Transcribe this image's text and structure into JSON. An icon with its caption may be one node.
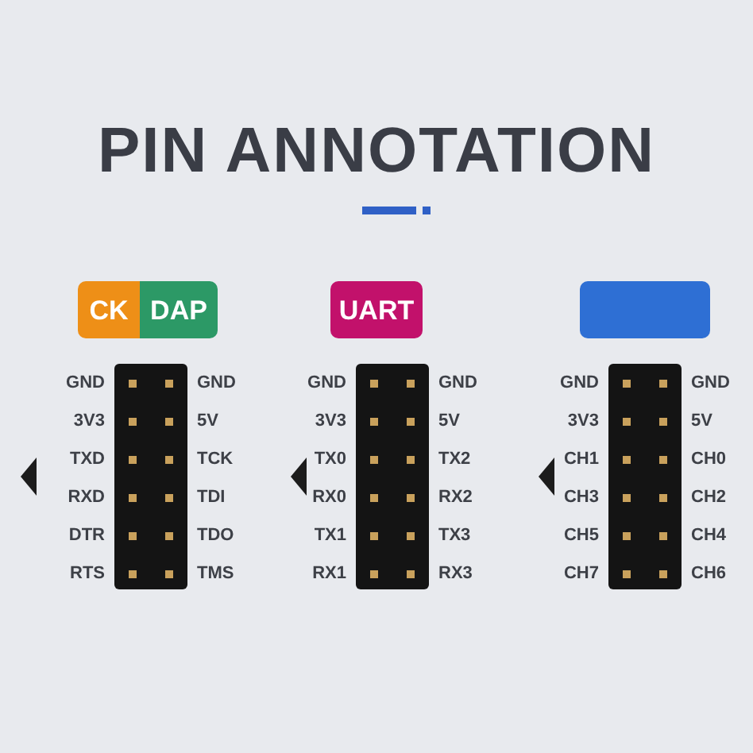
{
  "diagram": {
    "title": "PIN ANNOTATION",
    "nodes": [
      {
        "text": [
          "CK"
        ]
      },
      {
        "text": [
          "DAP"
        ]
      },
      {
        "text": [
          "UART"
        ]
      },
      {
        "text": [],
        "shape": "box"
      },
      {
        "text": [],
        "shape": "box",
        "beside": [
          "GND",
          "GND",
          "3V3",
          "5V",
          "TXD",
          "TCK",
          "RXD",
          "TDI",
          "DTR",
          "TDO",
          "RTS",
          "TMS"
        ]
      },
      {
        "text": [],
        "shape": "box",
        "beside": [
          "GND",
          "GND",
          "3V3",
          "5V",
          "TX0",
          "TX2",
          "RX0",
          "RX2",
          "TX1",
          "TX3",
          "RX1",
          "RX3"
        ]
      },
      {
        "text": [],
        "shape": "box",
        "beside": [
          "GND",
          "GND",
          "3V3",
          "5V",
          "CH1",
          "CH0",
          "CH3",
          "CH2",
          "CH5",
          "CH4",
          "CH7",
          "CH6"
        ]
      }
    ]
  }
}
